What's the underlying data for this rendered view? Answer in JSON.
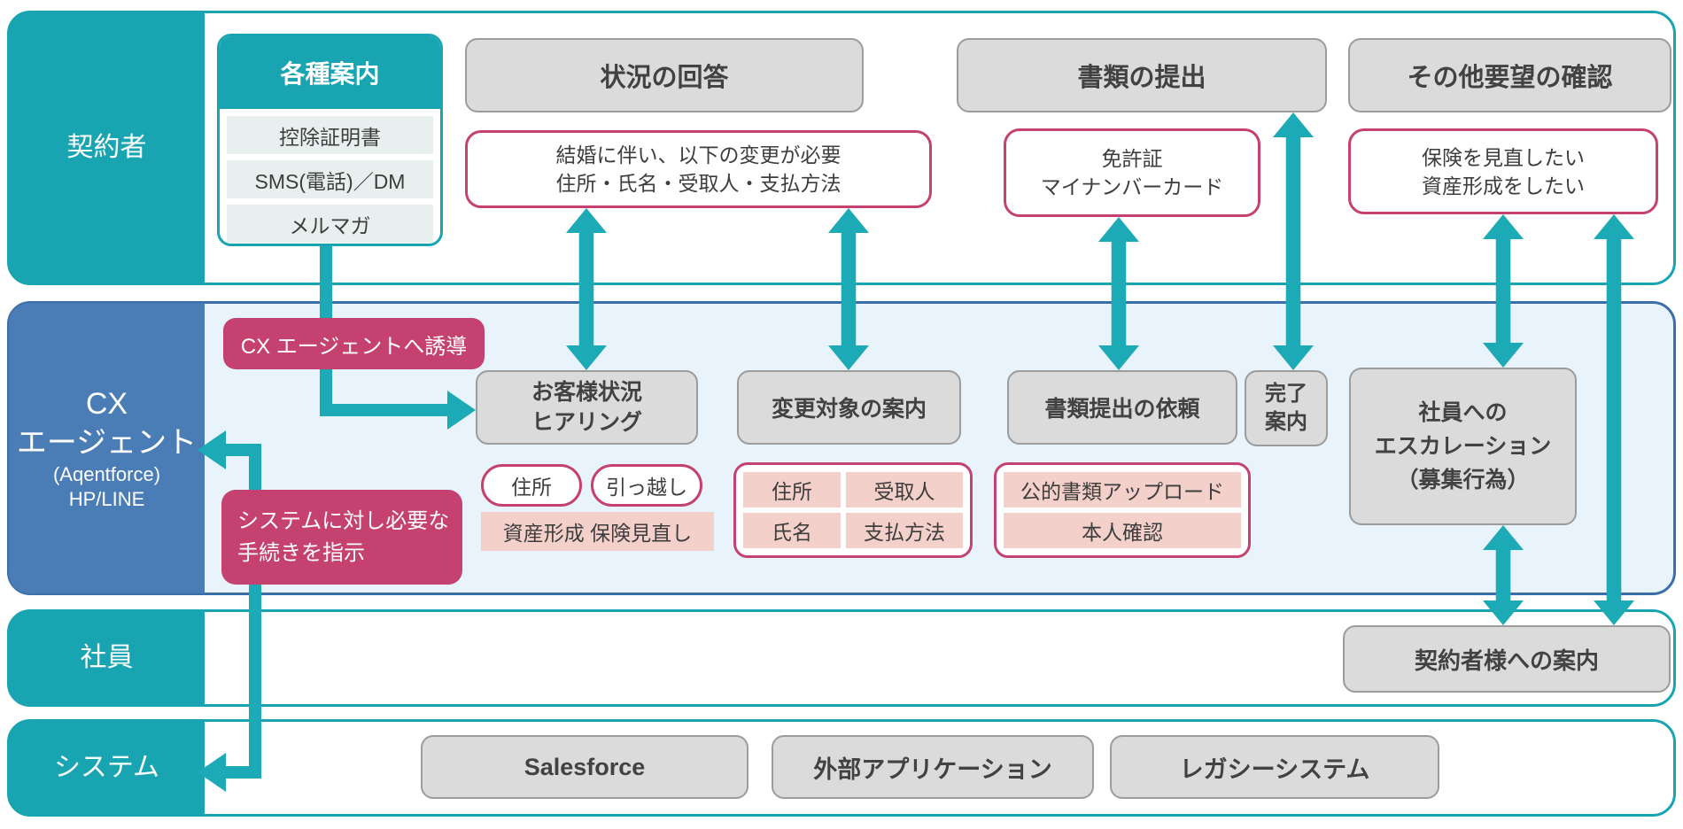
{
  "colors": {
    "teal": "#18a5b1",
    "arrow_teal": "#1baab6",
    "cx_blue": "#4a7cb5",
    "cx_border_blue": "#3b6fa9",
    "cx_lane_bg": "#e8f3fb",
    "magenta": "#c5416f",
    "light_pink": "#f3d0ca",
    "gray_fill": "#dbdbdb",
    "gray_border": "#9c9c9c",
    "guide_item_bg": "#e7f0ef"
  },
  "contractor_lane": {
    "label": "契約者",
    "guide_box": {
      "title": "各種案内",
      "items": [
        "控除証明書",
        "SMS(電話)／DM",
        "メルマガ"
      ]
    },
    "headers": {
      "status": "状況の回答",
      "documents": "書類の提出",
      "other": "その他要望の確認"
    },
    "status_note": {
      "line1": "結婚に伴い、以下の変更が必要",
      "line2": "住所・氏名・受取人・支払方法"
    },
    "documents_note": {
      "line1": "免許証",
      "line2": "マイナンバーカード"
    },
    "other_note": {
      "line1": "保険を見直したい",
      "line2": "資産形成をしたい"
    }
  },
  "cx_lane": {
    "label_line1": "CX",
    "label_line2": "エージェント",
    "label_sub1": "(Aqentforce)",
    "label_sub2": "HP/LINE",
    "guide_badge": "CX エージェントへ誘導",
    "hearing_box": {
      "line1": "お客様状況",
      "line2": "ヒアリング"
    },
    "change_box": "変更対象の案内",
    "request_box": "書類提出の依頼",
    "complete_box": {
      "line1": "完了",
      "line2": "案内"
    },
    "escalation_box": {
      "line1": "社員への",
      "line2": "エスカレーション",
      "line3": "（募集行為）"
    },
    "hearing_tags": {
      "pill1": "住所",
      "pill2": "引っ越し",
      "strip": "資産形成  保険見直し"
    },
    "change_tags": [
      "住所",
      "受取人",
      "氏名",
      "支払方法"
    ],
    "request_tags": [
      "公的書類アップロード",
      "本人確認"
    ],
    "instruct_box": {
      "line1": "システムに対し必要な",
      "line2": "手続きを指示"
    }
  },
  "employee_lane": {
    "label": "社員",
    "guide_box": "契約者様への案内"
  },
  "system_lane": {
    "label": "システム",
    "systems": [
      "Salesforce",
      "外部アプリケーション",
      "レガシーシステム"
    ]
  }
}
